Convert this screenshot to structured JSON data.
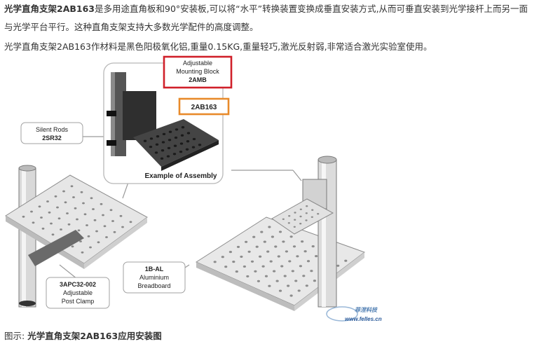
{
  "article": {
    "para1_bold": "光学直角支架2AB163",
    "para1_line1": "是多用途直角板和90°安装板,可以将“水平”转换装置变换成垂直安装方式,从而可垂直安装到光学接杆上而另一面",
    "para1_line2": "与光学平台平行。这种直角支架支持大多数光学配件的高度调整。",
    "para2": "光学直角支架2AB163作材料是黑色阳极氧化铝,重量0.15KG,重量轻巧,激光反射弱,非常适合激光实验室使用。"
  },
  "figure": {
    "callouts": {
      "mounting_block": [
        "Adjustable",
        "Mounting Block",
        "2AMB"
      ],
      "bracket": "2AB163",
      "silent_rods": [
        "Silent Rods",
        "2SR32"
      ],
      "assembly": "Example of Assembly",
      "breadboard": [
        "1B-AL",
        "Aluminium",
        "Breadboard"
      ],
      "post_clamp": [
        "3APC32-002",
        "Adjustable",
        "Post Clamp"
      ]
    },
    "watermark": {
      "cn": "菲涅科技",
      "url": "www.felles.cn"
    },
    "colors": {
      "highlight_red": "#d0202a",
      "highlight_orange": "#e88a2a"
    }
  },
  "caption": {
    "prefix": "图示:",
    "title": "光学直角支架2AB163应用安装图"
  }
}
